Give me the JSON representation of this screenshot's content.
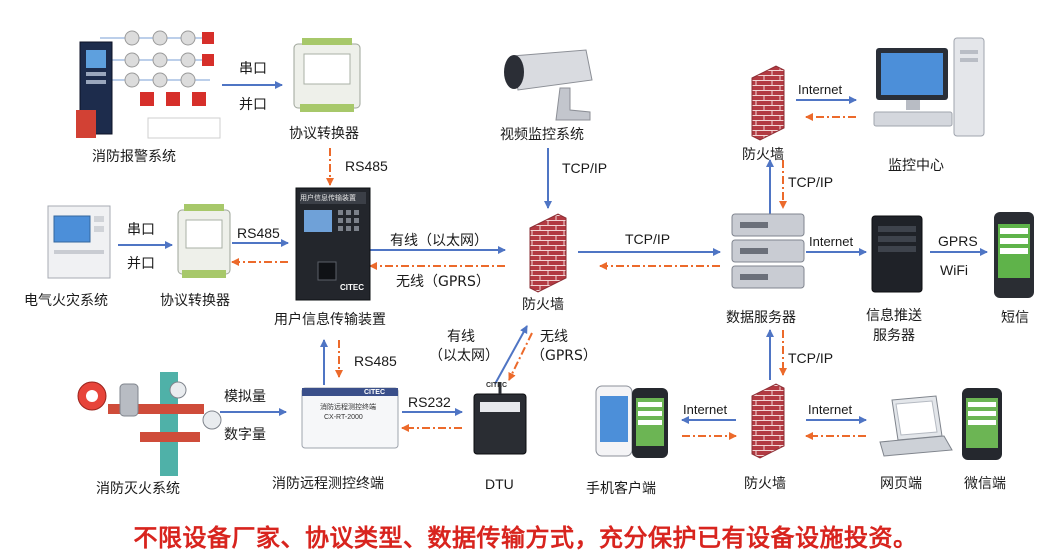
{
  "colors": {
    "blue_arrow": "#4f75c4",
    "orange_arrow": "#ec6a2b",
    "footer": "#d8241e",
    "firewall": "#b23a42"
  },
  "nodes": {
    "fire_alarm": "消防报警系统",
    "protocol_converter_top": "协议转换器",
    "video": "视频监控系统",
    "firewall_top": "防火墙",
    "monitor_center": "监控中心",
    "electric_fire": "电气火灾系统",
    "protocol_converter_left": "协议转换器",
    "user_device": "用户信息传输装置",
    "firewall_mid": "防火墙",
    "data_server": "数据服务器",
    "push_server_1": "信息推送",
    "push_server_2": "服务器",
    "sms": "短信",
    "extinguish": "消防灭火系统",
    "remote_terminal": "消防远程测控终端",
    "dtu": "DTU",
    "mobile_client": "手机客户端",
    "firewall_bottom": "防火墙",
    "web": "网页端",
    "wechat": "微信端"
  },
  "links": {
    "serial_top": "串口",
    "parallel_top": "并口",
    "rs485_top": "RS485",
    "tcpip_video": "TCP/IP",
    "internet_monitor": "Internet",
    "tcpip_firewall_top": "TCP/IP",
    "serial_left": "串口",
    "parallel_left": "并口",
    "rs485_left": "RS485",
    "wired_eth": "有线（以太网）",
    "wireless_gprs": "无线（GPRS）",
    "tcpip_mid": "TCP/IP",
    "internet_push": "Internet",
    "gprs": "GPRS",
    "wifi": "WiFi",
    "rs485_bottom": "RS485",
    "wired_1": "有线",
    "wired_2": "（以太网）",
    "wireless_1": "无线",
    "wireless_2": "（GPRS）",
    "tcpip_bottom": "TCP/IP",
    "analog": "模拟量",
    "digital": "数字量",
    "rs232": "RS232",
    "internet_mobile": "Internet",
    "internet_web": "Internet"
  },
  "device_text": {
    "panel_title": "用户信息传输装置",
    "panel_brand": "CITEC",
    "terminal_brand": "CITEC",
    "terminal_title": "消防远程测控终端",
    "terminal_model": "CX-RT-2000",
    "dtu_brand": "CITEC"
  },
  "footer": "不限设备厂家、协议类型、数据传输方式，充分保护已有设备设施投资。"
}
